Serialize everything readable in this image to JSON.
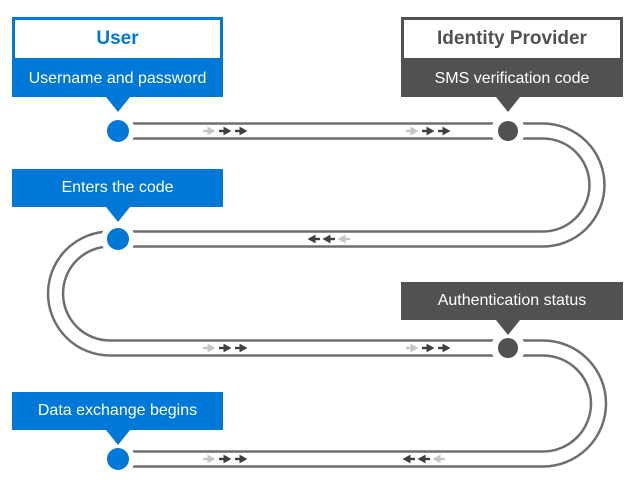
{
  "colors": {
    "user_blue": "#0078d7",
    "idp_dark": "#515151",
    "track_gray": "#6e6e6e",
    "arrow_dark": "#3f3f3f",
    "arrow_light": "#c6c6c6"
  },
  "actors": {
    "user": {
      "title": "User"
    },
    "identity_provider": {
      "title": "Identity Provider"
    }
  },
  "steps": [
    {
      "label": "Username and password",
      "actor": "user"
    },
    {
      "label": "SMS verification code",
      "actor": "identity_provider"
    },
    {
      "label": "Enters the code",
      "actor": "user"
    },
    {
      "label": "Authentication status",
      "actor": "identity_provider"
    },
    {
      "label": "Data exchange begins",
      "actor": "user"
    }
  ],
  "lanes": [
    {
      "row": 1,
      "arrow_direction": "right",
      "from": "user",
      "to": "identity_provider"
    },
    {
      "row": 2,
      "arrow_direction": "left",
      "from": "identity_provider",
      "to": "user"
    },
    {
      "row": 3,
      "arrow_direction": "right",
      "from": "user",
      "to": "identity_provider"
    },
    {
      "row": 4,
      "arrow_direction": "both",
      "from": "user",
      "to": "identity_provider"
    }
  ]
}
